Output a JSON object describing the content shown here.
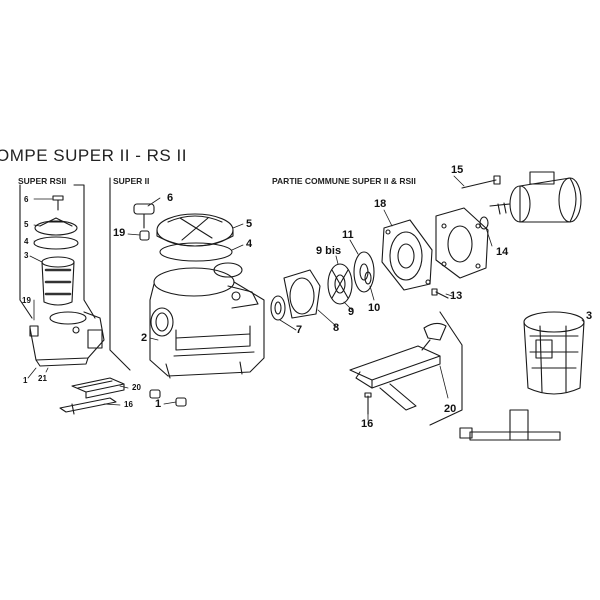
{
  "title": "OMPE SUPER II - RS II",
  "sections": {
    "rsii": "SUPER RSII",
    "super2": "SUPER II",
    "common": "PARTIE COMMUNE SUPER II & RSII"
  },
  "callouts": {
    "rs_6": "6",
    "rs_5": "5",
    "rs_4": "4",
    "rs_3": "3",
    "rs_19": "19",
    "rs_1": "1",
    "rs_21": "21",
    "rs_20": "20",
    "rs_16": "16",
    "s2_6": "6",
    "s2_19": "19",
    "s2_5": "5",
    "s2_4": "4",
    "s2_2": "2",
    "s2_1": "1",
    "c_15": "15",
    "c_18": "18",
    "c_11": "11",
    "c_9bis": "9 bis",
    "c_14": "14",
    "c_13": "13",
    "c_7": "7",
    "c_8": "8",
    "c_9": "9",
    "c_10": "10",
    "c_3": "3",
    "c_20": "20",
    "c_16": "16"
  }
}
